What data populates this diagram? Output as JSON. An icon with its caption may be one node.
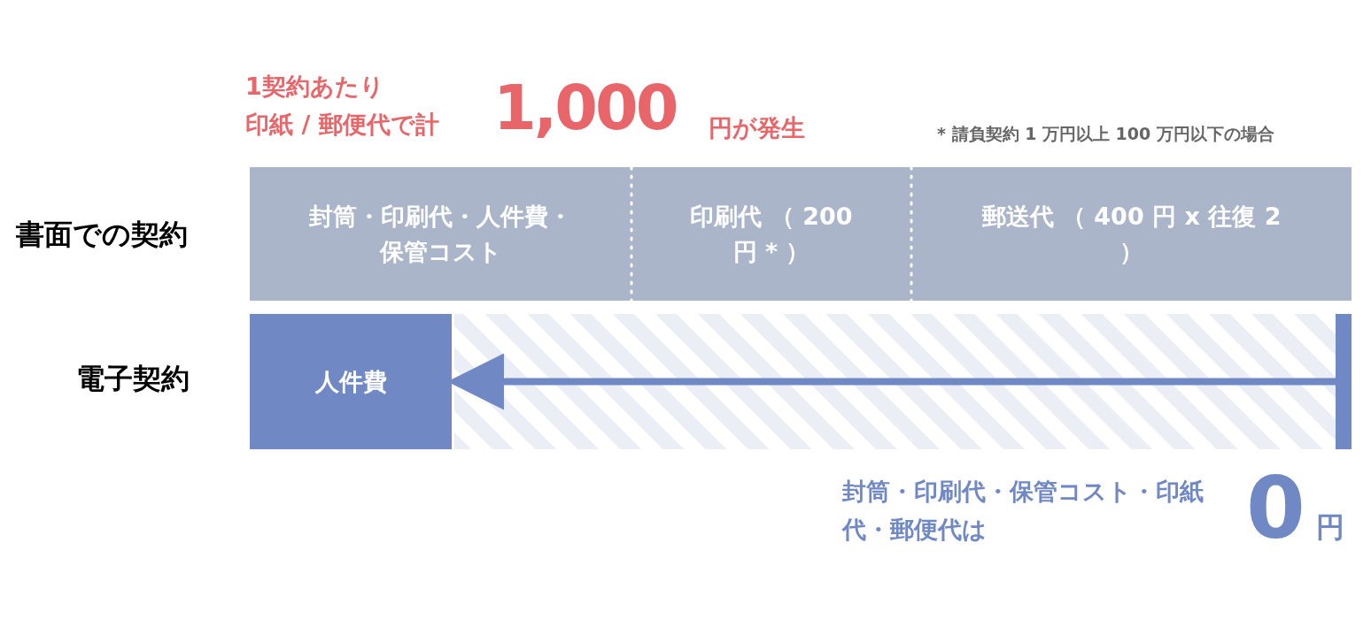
{
  "diagram": {
    "nodes": [
      {
        "text": [
          "封筒・印刷代・人件費・保管コスト"
        ]
      },
      {
        "text": [
          "印刷代 （ 200 円 * ）"
        ]
      },
      {
        "text": [
          "郵送代 （ 400 円 x 往復 2 ）"
        ]
      },
      {
        "text": [
          "人件費"
        ]
      },
      {
        "text": [],
        "shape": "bar"
      }
    ],
    "edges": [
      {
        "from": 4,
        "to": 3,
        "arrow": "to"
      }
    ],
    "labels": [
      "1契約あたり",
      "印紙 / 郵便代で計",
      "1,000",
      "円が発生",
      "* 請負契約 1 万円以上 100 万円以下の場合",
      "書面での契約",
      "電子契約",
      "封筒・印刷代・保管コスト・印紙代・郵便代は",
      "0",
      "円"
    ]
  }
}
